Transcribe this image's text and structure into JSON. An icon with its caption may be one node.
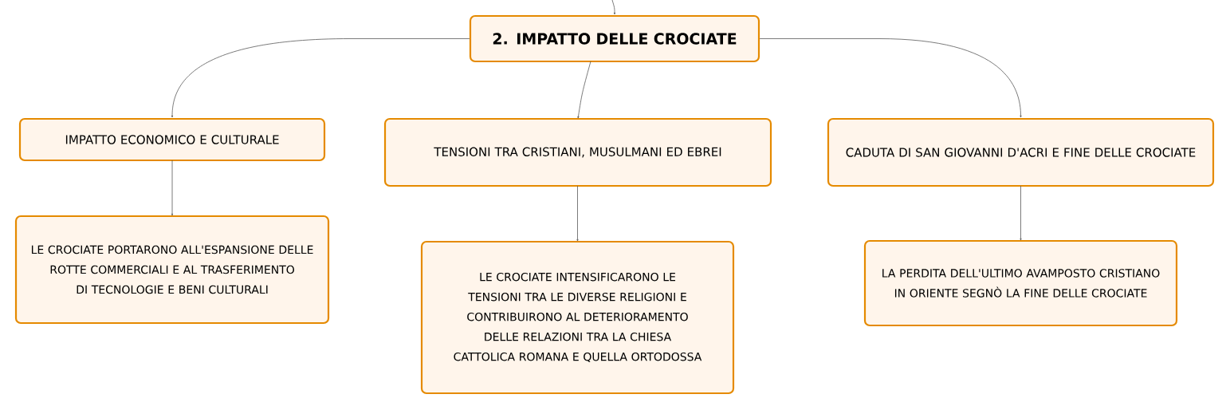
{
  "diagram": {
    "nodes": [
      {
        "text": [
          "2. IMPATTO DELLE CROCIATE"
        ]
      },
      {
        "text": [
          "IMPATTO ECONOMICO E CULTURALE"
        ]
      },
      {
        "text": [
          "TENSIONI TRA CRISTIANI, MUSULMANI ED EBREI"
        ]
      },
      {
        "text": [
          "CADUTA DI SAN GIOVANNI D'ACRI E FINE DELLE CROCIATE"
        ]
      },
      {
        "text": [
          "LE CROCIATE PORTARONO ALL'ESPANSIONE DELLE ROTTE COMMERCIALI E AL TRASFERIMENTO DI TECNOLOGIE E BENI CULTURALI"
        ]
      },
      {
        "text": [
          "LE CROCIATE INTENSIFICARONO LE TENSIONI TRA LE DIVERSE RELIGIONI E CONTRIBUIRONO AL DETERIORAMENTO DELLE RELAZIONI TRA LA CHIESA CATTOLICA ROMANA E QUELLA ORTODOSSA"
        ]
      },
      {
        "text": [
          "LA PERDITA DELL'ULTIMO AVAMPOSTO CRISTIANO IN ORIENTE SEGNÒ LA FINE DELLE CROCIATE"
        ]
      }
    ],
    "edges": [
      {
        "from": null,
        "to": 0,
        "arrow": "to"
      },
      {
        "from": 0,
        "to": 1,
        "arrow": "to"
      },
      {
        "from": 0,
        "to": 2,
        "arrow": "to"
      },
      {
        "from": 0,
        "to": 3,
        "arrow": "to"
      },
      {
        "from": 1,
        "to": 4,
        "arrow": "to"
      },
      {
        "from": 2,
        "to": 5,
        "arrow": "to"
      },
      {
        "from": 3,
        "to": 6,
        "arrow": "to"
      }
    ]
  }
}
